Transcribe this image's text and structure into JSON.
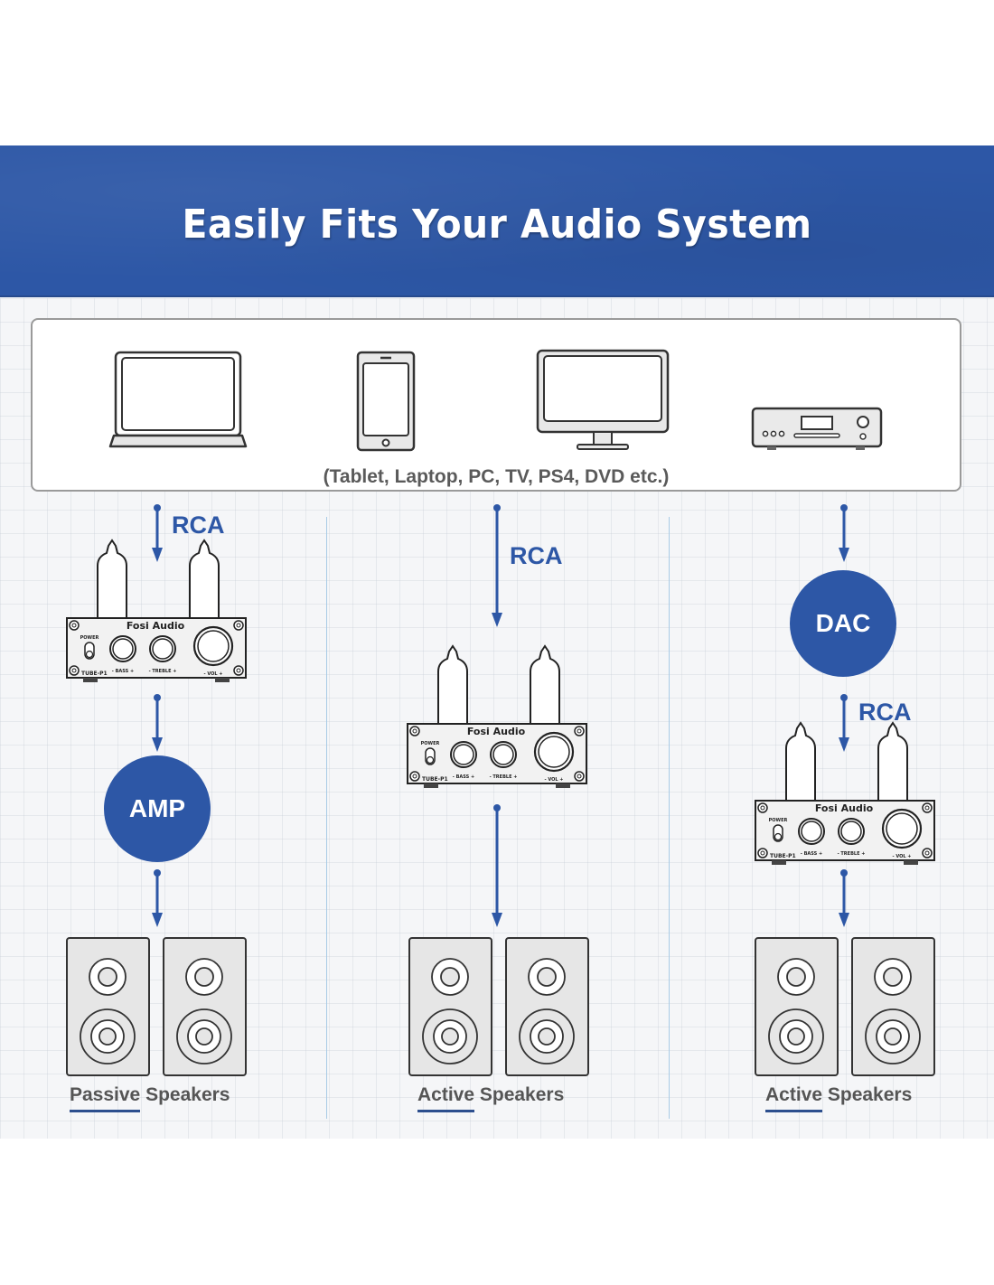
{
  "header": {
    "title": "Easily Fits Your Audio System"
  },
  "sources": {
    "devices": [
      {
        "name": "laptop-icon"
      },
      {
        "name": "tablet-icon"
      },
      {
        "name": "monitor-icon"
      },
      {
        "name": "dvd-player-icon"
      }
    ],
    "caption": "(Tablet, Laptop, PC, TV, PS4, DVD etc.)"
  },
  "columns": [
    {
      "connection_label": "RCA",
      "amp": {
        "brand": "Fosi Audio",
        "model": "TUBE-P1",
        "power": "POWER",
        "bass": "BASS",
        "treble": "TREBLE",
        "vol": "VOL"
      },
      "stage_after": "AMP",
      "speakers": {
        "highlight": "Passive",
        "rest": " Speakers"
      }
    },
    {
      "connection_label": "RCA",
      "amp": {
        "brand": "Fosi Audio",
        "model": "TUBE-P1",
        "power": "POWER",
        "bass": "BASS",
        "treble": "TREBLE",
        "vol": "VOL"
      },
      "speakers": {
        "highlight": "Active",
        "rest": " Speakers"
      }
    },
    {
      "stage_before": "DAC",
      "connection_label": "RCA",
      "amp": {
        "brand": "Fosi Audio",
        "model": "TUBE-P1",
        "power": "POWER",
        "bass": "BASS",
        "treble": "TREBLE",
        "vol": "VOL"
      },
      "speakers": {
        "highlight": "Active",
        "rest": " Speakers"
      }
    }
  ],
  "colors": {
    "accent": "#2d57a6",
    "text_gray": "#555555",
    "grid_bg": "#f5f6f8"
  }
}
